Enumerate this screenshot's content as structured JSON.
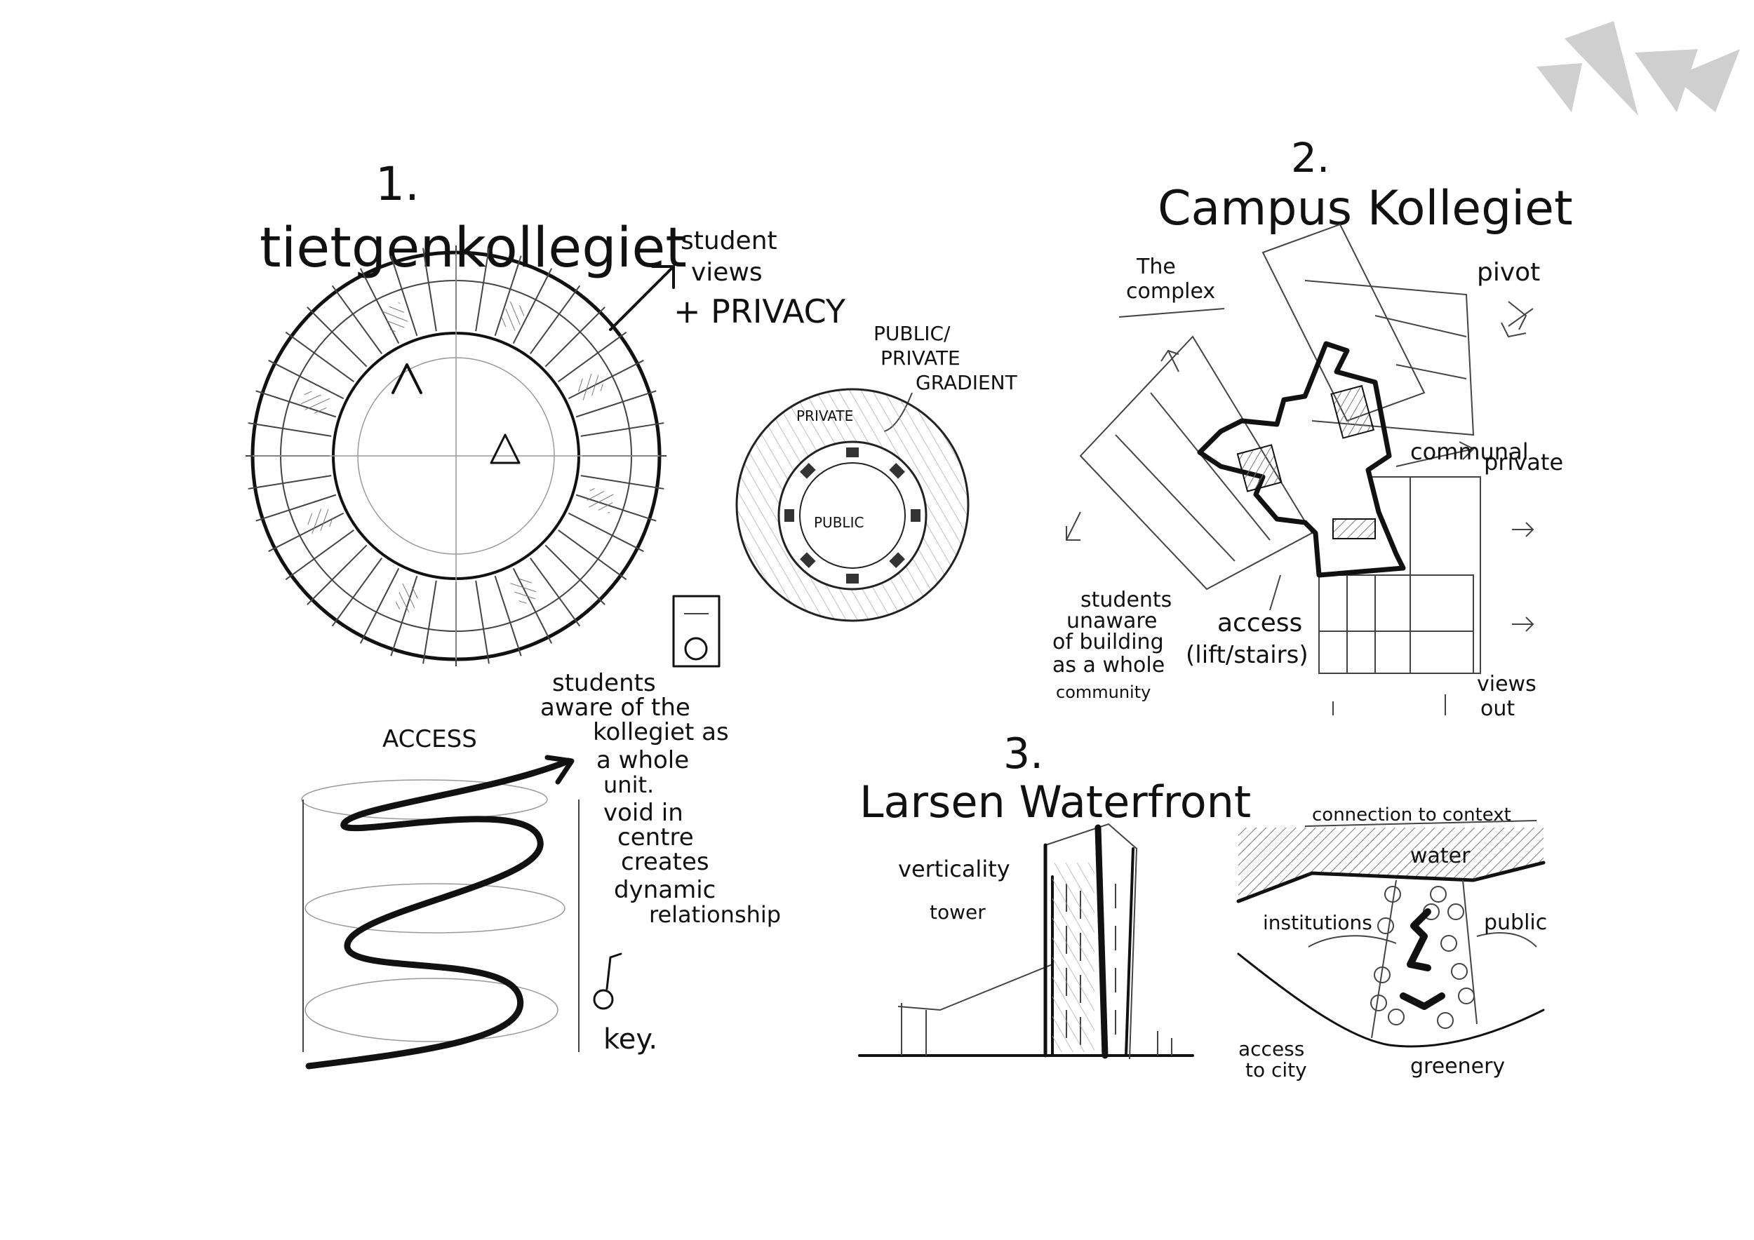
{
  "logo": {
    "name": "sail-logo",
    "color": "#c9c9c9"
  },
  "sketch1": {
    "number": "1.",
    "title": "tietgenkollegiet",
    "note_views": [
      "student",
      "views",
      "+ PRIVACY"
    ],
    "gradient_label": [
      "PUBLIC/",
      "PRIVATE",
      "GRADIENT"
    ],
    "ring_private": "PRIVATE",
    "ring_public": "PUBLIC",
    "access_label": "ACCESS",
    "awareness_note": [
      "students",
      "aware of the",
      "kollegiet as",
      "a whole",
      "unit.",
      "void in",
      "centre",
      "creates",
      "dynamic",
      "relationship"
    ],
    "key_label": "key."
  },
  "sketch2": {
    "number": "2.",
    "title": "Campus Kollegiet",
    "complex_label": [
      "The",
      "complex"
    ],
    "pivot_label": "pivot",
    "communal_label": "communal",
    "private_label": "private",
    "students_note": [
      "students",
      "unaware",
      "of building",
      "as a whole",
      "community"
    ],
    "access_note": [
      "access",
      "(lift/stairs)"
    ],
    "views_note": [
      "views",
      "out"
    ]
  },
  "sketch3": {
    "number": "3.",
    "title": "Larsen Waterfront",
    "verticality_label": "verticality",
    "tower_label": "tower",
    "connection_label": "connection to context",
    "water_label": "water",
    "institutions_label": "institutions",
    "public_label": "public",
    "access_city_label": [
      "access",
      "to city"
    ],
    "greenery_label": "greenery"
  }
}
